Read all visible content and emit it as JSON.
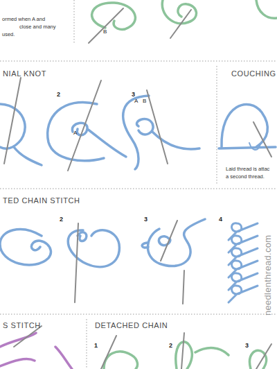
{
  "diagram": {
    "labels": [
      "ormed when A and",
      "close and many",
      "used.",
      "B",
      "NIAL KNOT",
      "2",
      "A",
      "3",
      "A",
      "B",
      "COUCHING",
      "Laid thread is attac",
      "a second thread.",
      "TED CHAIN STITCH",
      "2",
      "3",
      "4",
      "S STITCH",
      "DETACHED CHAIN",
      "1",
      "2",
      "3",
      "needlenthread.com"
    ]
  }
}
